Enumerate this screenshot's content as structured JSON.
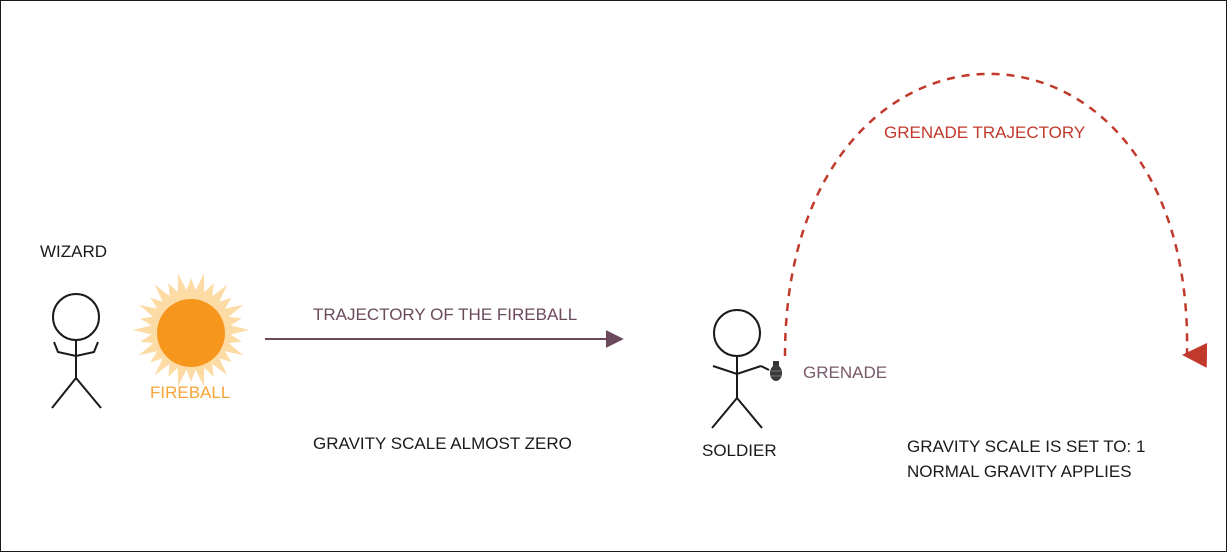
{
  "labels": {
    "wizard": "WIZARD",
    "fireball": "FIREBALL",
    "fireball_trajectory": "TRAJECTORY OF THE FIREBALL",
    "gravity_zero": "GRAVITY SCALE ALMOST ZERO",
    "soldier": "SOLDIER",
    "grenade": "GRENADE",
    "grenade_trajectory": "GRENADE TRAJECTORY",
    "gravity_one_line1": "GRAVITY SCALE IS SET TO: 1",
    "gravity_one_line2": "NORMAL GRAVITY APPLIES"
  },
  "colors": {
    "text": "#1a1a1a",
    "fireball_label": "#f7a335",
    "fireball_core": "#f7961d",
    "fireball_glow": "#fdd79a",
    "fireball_arrow": "#6b4a5c",
    "fireball_trajectory_text": "#6b4a5c",
    "grenade_label": "#7a5a6a",
    "grenade_arrow": "#c0392b",
    "grenade_trajectory_text": "#c0392b"
  }
}
